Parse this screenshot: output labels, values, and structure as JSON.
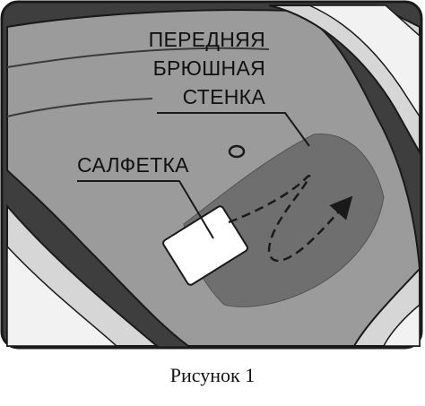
{
  "labels": {
    "abdominal_wall": [
      "ПЕРЕДНЯЯ",
      "БРЮШНАЯ",
      "СТЕНКА"
    ],
    "wipe": "САЛФЕТКА"
  },
  "caption": "Рисунок 1",
  "colors": {
    "background_dark": "#3a3a3a",
    "body": "#9b9b9b",
    "zone": "#6f6f6f",
    "wipe": "#ffffff",
    "line": "#1a1a1a"
  }
}
